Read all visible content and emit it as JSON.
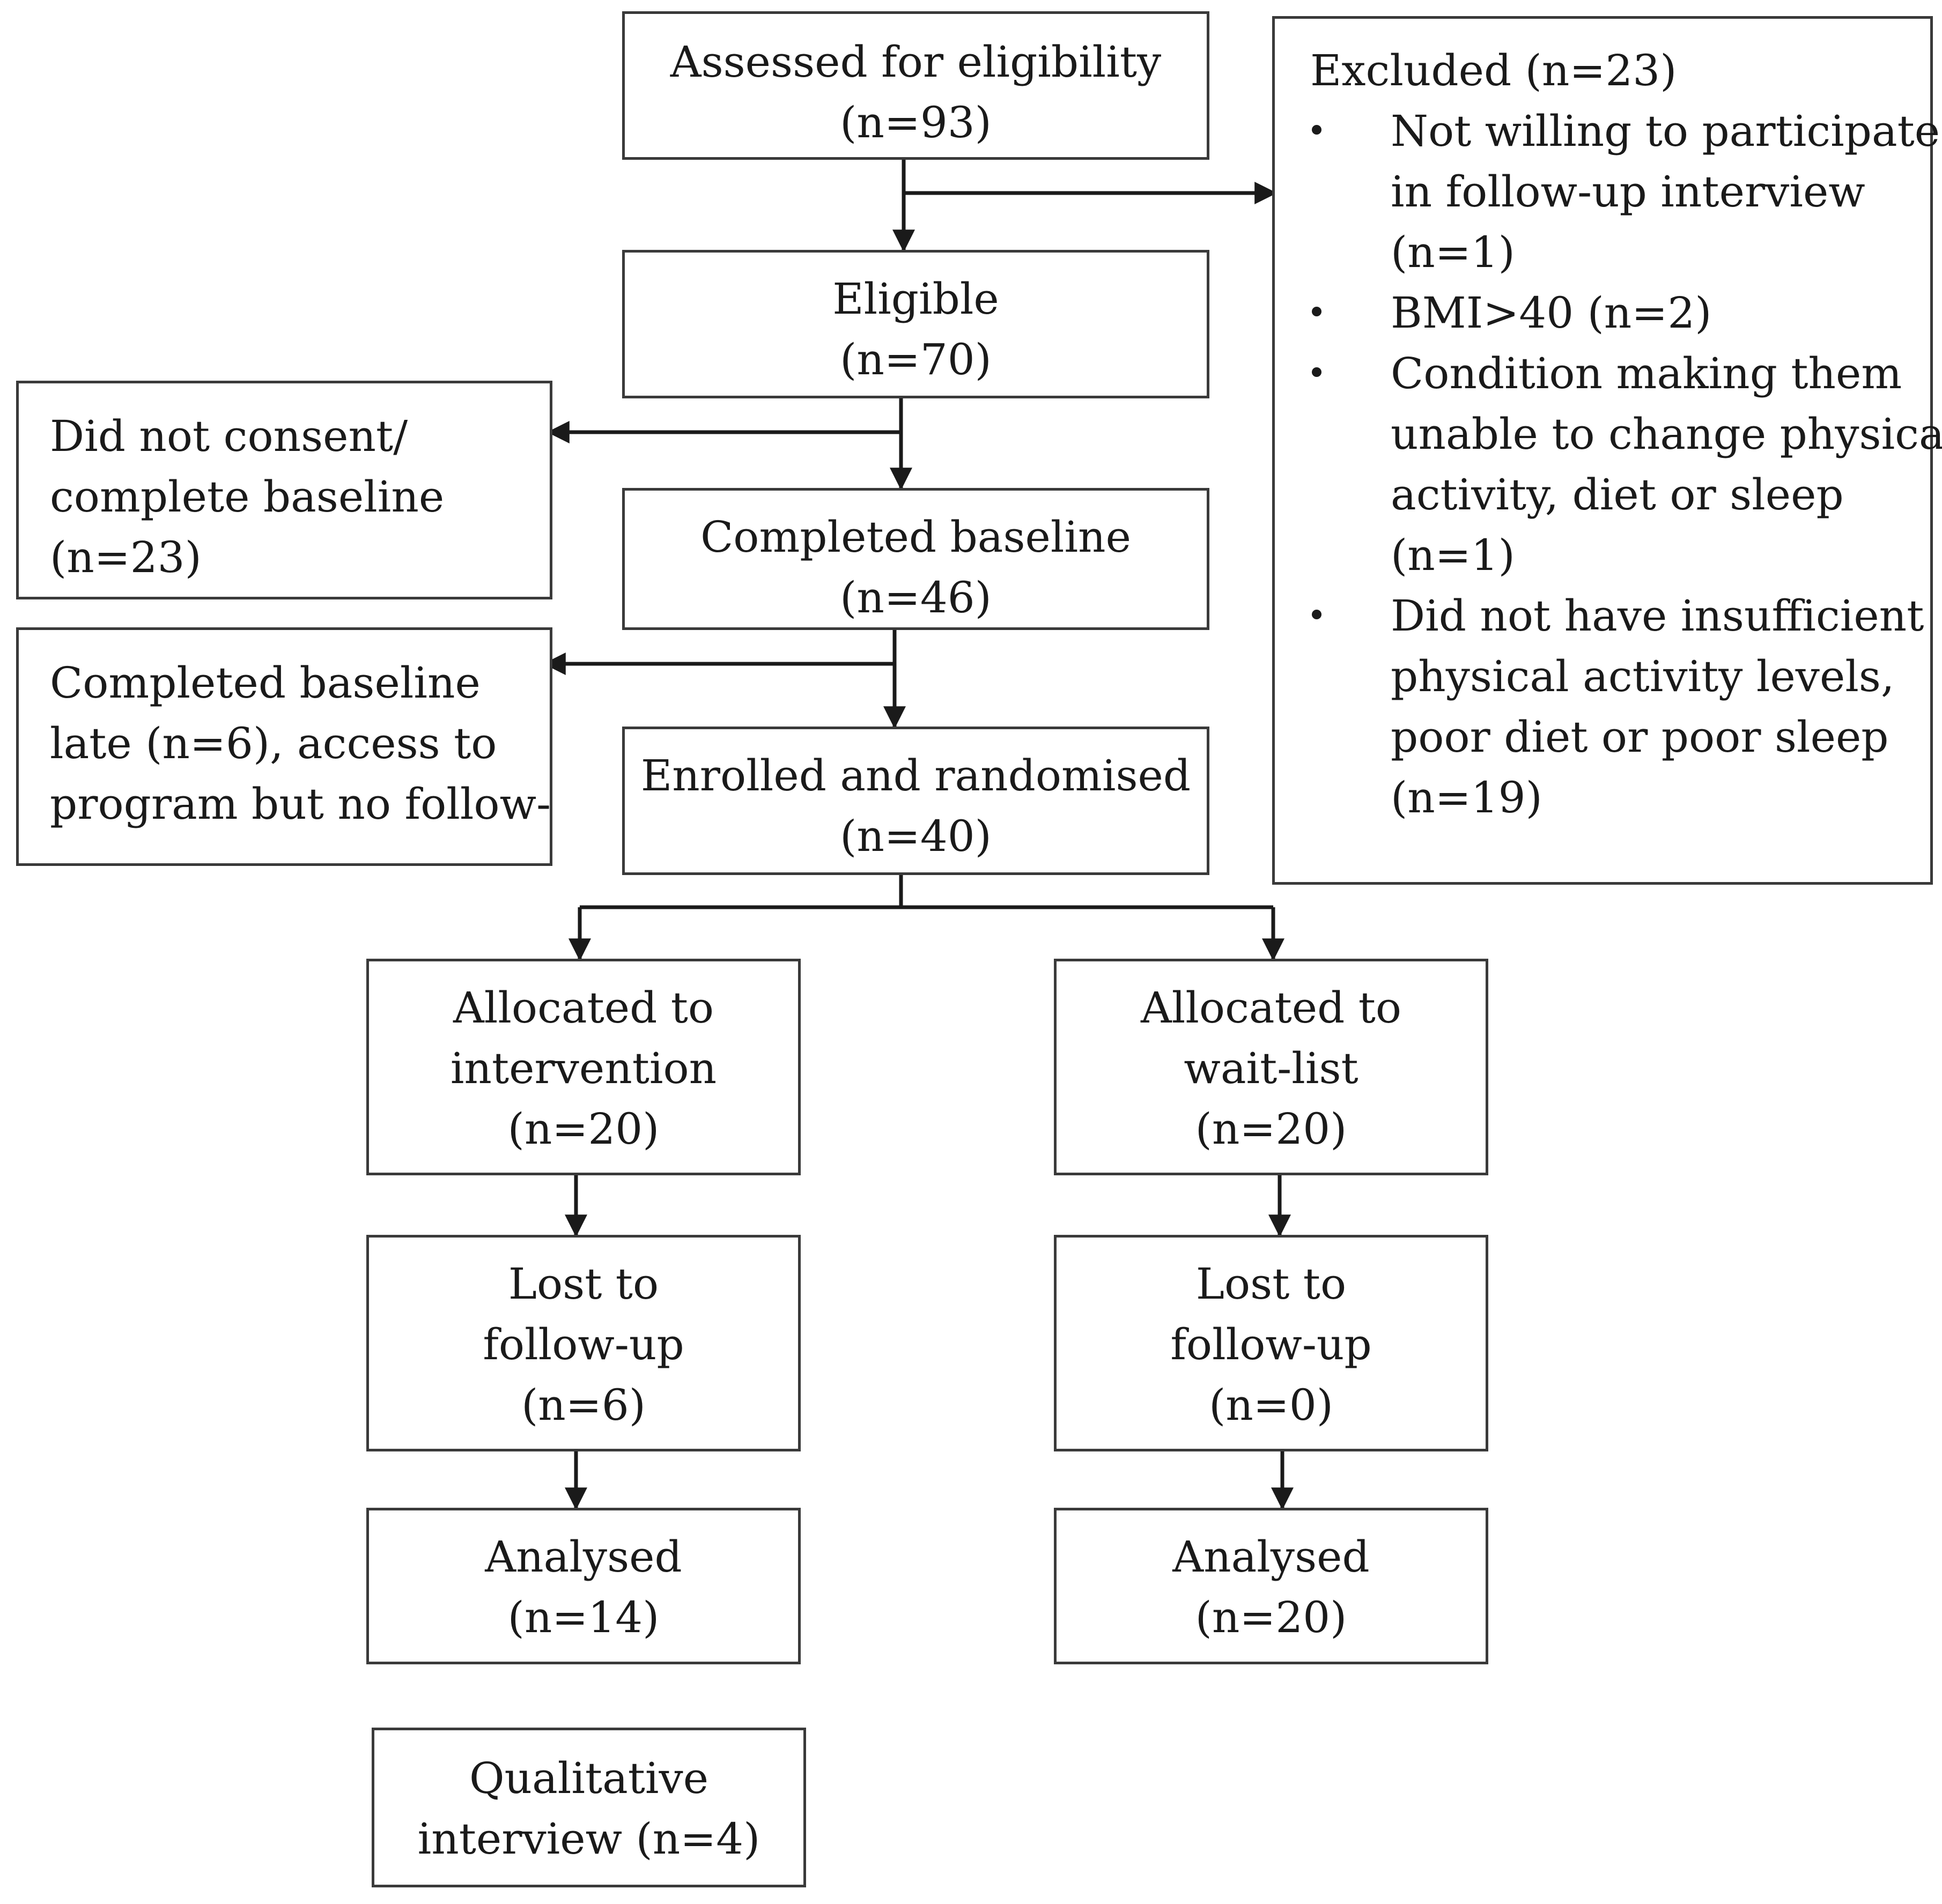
{
  "flow": {
    "assessed": [
      "Assessed for eligibility",
      "(n=93)"
    ],
    "eligible": [
      "Eligible",
      "(n=70)"
    ],
    "completed_baseline": [
      "Completed baseline",
      "(n=46)"
    ],
    "enrolled": [
      "Enrolled and randomised",
      "(n=40)"
    ],
    "did_not_consent": [
      "Did not consent/",
      "complete baseline",
      "(n=23)"
    ],
    "completed_late": [
      "Completed baseline",
      "late (n=6), access to",
      "program but no follow-"
    ],
    "excluded": {
      "title": "Excluded (n=23)",
      "items": [
        [
          "Not willing to participate",
          "in follow-up interview",
          "(n=1)"
        ],
        [
          "BMI>40 (n=2)"
        ],
        [
          "Condition making them",
          "unable to change physical",
          "activity, diet or sleep",
          "(n=1)"
        ],
        [
          "Did not have insufficient",
          "physical activity levels,",
          "poor diet or poor sleep",
          "(n=19)"
        ]
      ]
    },
    "intervention": {
      "allocated": [
        "Allocated to",
        "intervention",
        "(n=20)"
      ],
      "lost": [
        "Lost to",
        "follow-up",
        "(n=6)"
      ],
      "analysed": [
        "Analysed",
        "(n=14)"
      ],
      "qualitative": [
        "Qualitative",
        "interview (n=4)"
      ]
    },
    "waitlist": {
      "allocated": [
        "Allocated to",
        "wait-list",
        "(n=20)"
      ],
      "lost": [
        "Lost to",
        "follow-up",
        "(n=0)"
      ],
      "analysed": [
        "Analysed",
        "(n=20)"
      ]
    }
  }
}
